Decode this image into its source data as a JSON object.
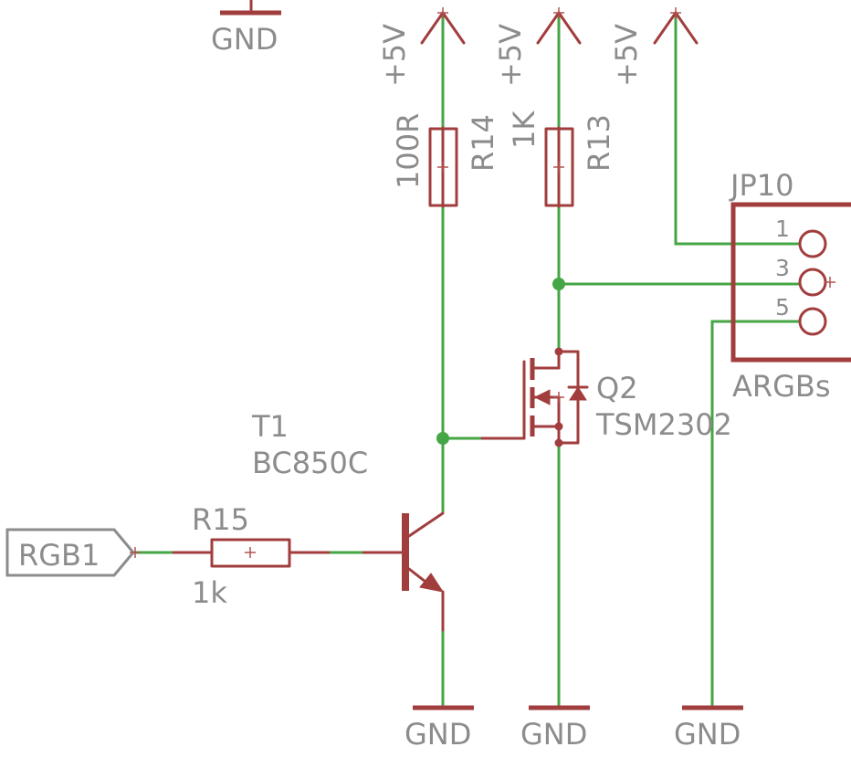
{
  "supply_label": "+5V",
  "ground_label": "GND",
  "r14": {
    "name": "R14",
    "value": "100R"
  },
  "r13": {
    "name": "R13",
    "value": "1K"
  },
  "r15": {
    "name": "R15",
    "value": "1k"
  },
  "t1": {
    "name": "T1",
    "value": "BC850C"
  },
  "q2": {
    "name": "Q2",
    "value": "TSM2302"
  },
  "jp10": {
    "name": "JP10",
    "value": "ARGBs",
    "pins": [
      "1",
      "3",
      "5"
    ]
  },
  "net_label": "RGB1",
  "colors": {
    "wire": "#44a644",
    "symbol": "#a23d3d",
    "text": "#8c8c8c"
  }
}
